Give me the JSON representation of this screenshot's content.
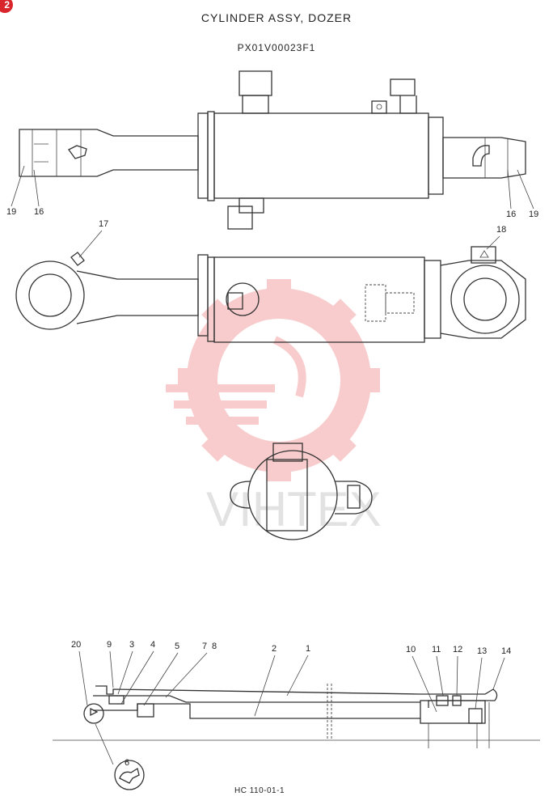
{
  "page_badge": "2",
  "title": "CYLINDER ASSY, DOZER",
  "part_code": "PX01V00023F1",
  "footer_code": "HC 110-01-1",
  "watermark_text": "VIHTEX",
  "watermark_color": "#f4a3a3",
  "callouts_top": [
    "19",
    "16",
    "16",
    "19"
  ],
  "callouts_mid": [
    "17",
    "18"
  ],
  "callouts_bottom": [
    "20",
    "9",
    "3",
    "4",
    "5",
    "7",
    "8",
    "2",
    "1",
    "10",
    "11",
    "12",
    "13",
    "14",
    "6"
  ]
}
